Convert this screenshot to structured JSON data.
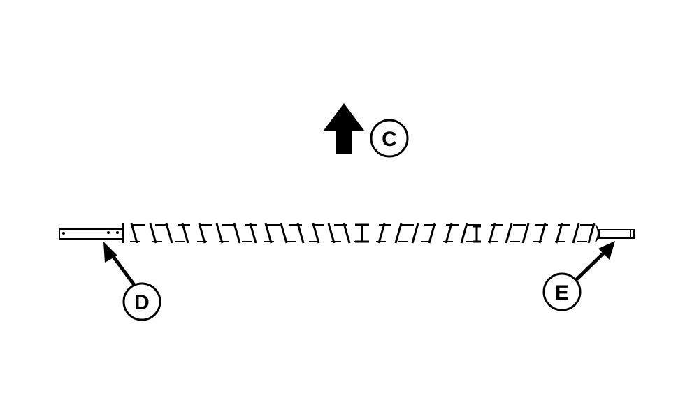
{
  "diagram": {
    "subject": "auger shaft",
    "colors": {
      "ink": "#000000",
      "background": "#ffffff"
    },
    "callouts": [
      {
        "id": "C",
        "label": "C",
        "meaning": "direction arrow (up)"
      },
      {
        "id": "D",
        "label": "D",
        "meaning": "left shaft end"
      },
      {
        "id": "E",
        "label": "E",
        "meaning": "right shaft end"
      }
    ]
  }
}
